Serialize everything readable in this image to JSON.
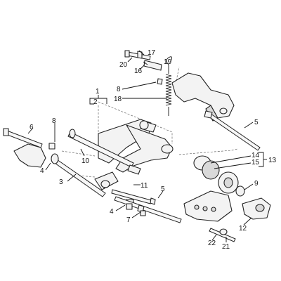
{
  "callouts": {
    "c1": "1",
    "c2": "2",
    "c3": "3",
    "c4a": "4",
    "c4b": "4",
    "c5a": "5",
    "c5b": "5",
    "c6": "6",
    "c7": "7",
    "c8a": "8",
    "c8b": "8",
    "c9": "9",
    "c10": "10",
    "c11": "11",
    "c12": "12",
    "c13": "13",
    "c14": "14",
    "c15": "15",
    "c16": "16",
    "c17": "17",
    "c18": "18",
    "c19": "19",
    "c20": "20",
    "c21": "21",
    "c22": "22"
  }
}
